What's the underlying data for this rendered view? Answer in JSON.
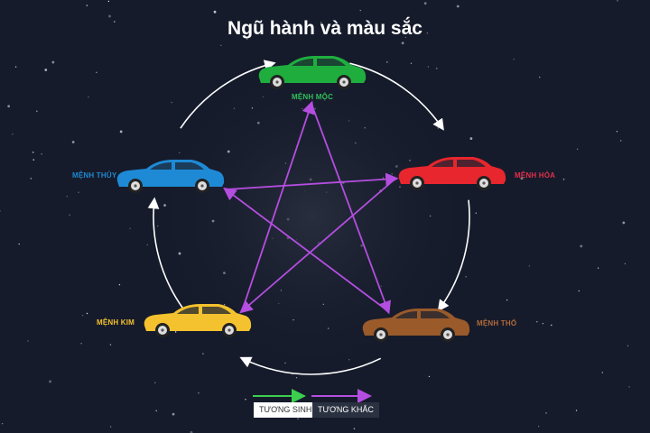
{
  "title": "Ngũ hành và màu sắc",
  "elements": [
    {
      "key": "moc",
      "label": "MỆNH MỘC",
      "color": "#1fae3e",
      "label_color": "#2fbf5a"
    },
    {
      "key": "hoa",
      "label": "MỆNH HỎA",
      "color": "#e8262d",
      "label_color": "#e0304a"
    },
    {
      "key": "tho",
      "label": "MỆNH THỔ",
      "color": "#9a5a2a",
      "label_color": "#b06a3a"
    },
    {
      "key": "kim",
      "label": "MỆNH KIM",
      "color": "#f4c22e",
      "label_color": "#f4c22e"
    },
    {
      "key": "thuy",
      "label": "MỆNH THỦY",
      "color": "#1e8ad6",
      "label_color": "#1e88d0"
    }
  ],
  "cycle_generating": [
    "moc",
    "hoa",
    "tho",
    "kim",
    "thuy"
  ],
  "cycle_overcoming": [
    [
      "moc",
      "tho"
    ],
    [
      "tho",
      "thuy"
    ],
    [
      "thuy",
      "hoa"
    ],
    [
      "hoa",
      "kim"
    ],
    [
      "kim",
      "moc"
    ]
  ],
  "legend": {
    "sinh": {
      "label": "TƯƠNG SINH",
      "color": "#3ccf4e"
    },
    "khac": {
      "label": "TƯƠNG KHẮC",
      "color": "#b44ee0"
    }
  }
}
